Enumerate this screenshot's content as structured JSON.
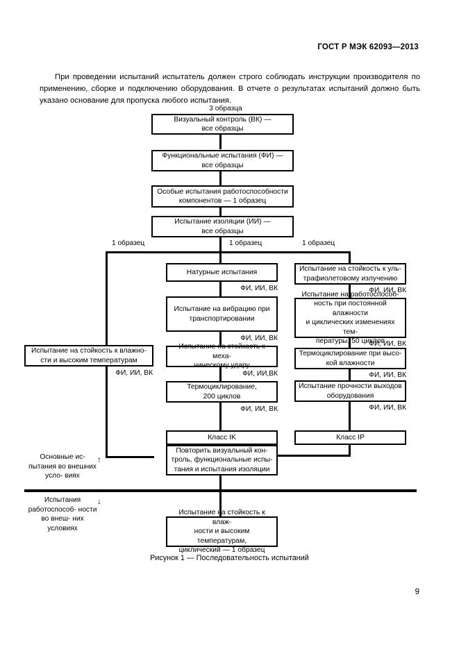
{
  "header": {
    "standard_title": "ГОСТ Р МЭК 62093—2013"
  },
  "body": {
    "paragraph": "При проведении испытаний испытатель должен строго соблюдать инструкции производителя по применению, сборке и подключению оборудования. В отчете о результатах испытаний должно быть указано основание для пропуска любого испытания."
  },
  "figure": {
    "caption": "Рисунок 1 — Последовательность испытаний",
    "top_label": "3 образца",
    "branch_labels": {
      "left": "1 образец",
      "middle": "1 образец",
      "right": "1 образец"
    },
    "fi_ii_vk": "ФИ, ИИ, ВК",
    "fi_ii_vk_tight": "ФИ, ИИ,ВК",
    "nodes": {
      "visual_control": "Визуальный контроль (ВК) — все образцы",
      "visual_control_l1": "Визуальный контроль (ВК) —",
      "visual_control_l2": "все образцы",
      "functional_tests_l1": "Функциональные испытания (ФИ) —",
      "functional_tests_l2": "все образцы",
      "special_component_l1": "Особые испытания работоспособности",
      "special_component_l2": "компонентов — 1 образец",
      "insulation_l1": "Испытание изоляции (ИИ) —",
      "insulation_l2": "все образцы",
      "field_tests": "Натурные испытания",
      "uv_l1": "Испытание на стойкость к уль-",
      "uv_l2": "трафиолетовому излучению",
      "vibration_l1": "Испытание на вибрацию при",
      "vibration_l2": "транспортировании",
      "humid_temp_cycle_l1": "Испытание на работоспособ-",
      "humid_temp_cycle_l2": "ность при постоянной влажности",
      "humid_temp_cycle_l3": "и циклических изменениях тем-",
      "humid_temp_cycle_l4": "пературы, 50 циклов",
      "damp_heat_left_l1": "Испытание на стойкость к влажно-",
      "damp_heat_left_l2": "сти и высоким температурам",
      "mech_shock_l1": "Испытание на стойкость к меха-",
      "mech_shock_l2": "ническому удару",
      "thermo_humid_l1": "Термоциклирование при высо-",
      "thermo_humid_l2": "кой влажности",
      "thermocycling_l1": "Термоциклирование,",
      "thermocycling_l2": "200 циклов",
      "terminal_strength_l1": "Испытание прочности выходов",
      "terminal_strength_l2": "оборудования",
      "class_ik": "Класс IK",
      "class_ip": "Класс IP",
      "repeat_l1": "Повторить визуальный кон-",
      "repeat_l2": "троль, функциональные испы-",
      "repeat_l3": "тания и испытания изоляции",
      "damp_heat_cyclic_l1": "Испытание на стойкость к влаж-",
      "damp_heat_cyclic_l2": "ности и высоким температурам,",
      "damp_heat_cyclic_l3": "циклический — 1 образец"
    },
    "side_labels": {
      "upper_l1": "Основные ис-",
      "upper_l2": "пытания во",
      "upper_l3": "внешних усло-",
      "upper_l4": "виях",
      "upper_arrow": "↑",
      "lower_l1": "Испытания",
      "lower_l2": "работоспособ-",
      "lower_l3": "ности во внеш-",
      "lower_l4": "них условиях",
      "lower_arrow": "↓"
    }
  },
  "folio": {
    "page_number": "9"
  }
}
